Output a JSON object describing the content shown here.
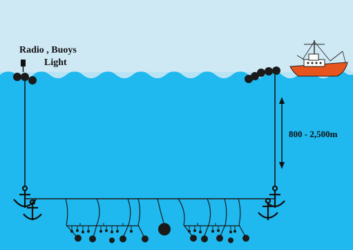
{
  "labels": {
    "radio_buoys": "Radio , Buoys",
    "light": "Light",
    "depth": "800 - 2,500m"
  },
  "colors": {
    "sky": "#cfe9f4",
    "sea": "#1fb8ef",
    "wave_crest": "#a9dff5",
    "line": "#1a1a1a",
    "boat_hull": "#e8541e"
  },
  "icons": [
    "radio-beacon-icon",
    "buoy-icon",
    "anchor-icon",
    "fishing-boat-icon",
    "sinker-weight-icon",
    "hook-icon"
  ]
}
